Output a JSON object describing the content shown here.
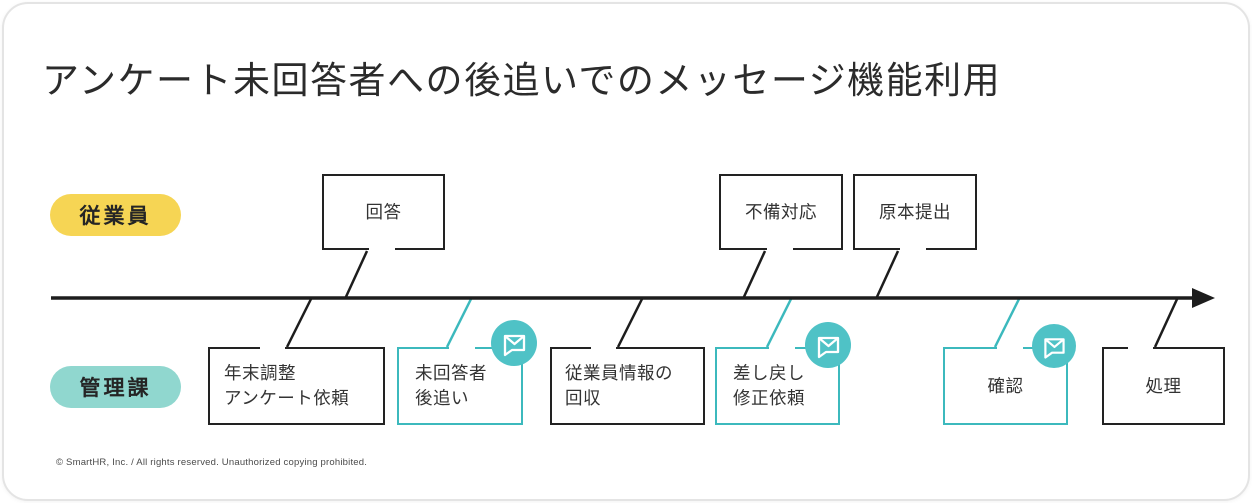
{
  "title": "アンケート未回答者への後追いでのメッセージ機能利用",
  "lanes": {
    "employee": {
      "label": "従業員",
      "color": "#f6d554"
    },
    "admin": {
      "label": "管理課",
      "color": "#90d7cf"
    }
  },
  "steps": {
    "answer": {
      "label": "回答"
    },
    "defect_response": {
      "label": "不備対応"
    },
    "original_submission": {
      "label": "原本提出"
    },
    "yearend_request": {
      "line1": "年末調整",
      "line2": "アンケート依頼"
    },
    "nonrespondent_followup": {
      "line1": "未回答者",
      "line2": "後追い",
      "highlighted": true,
      "icon": "message-envelope-icon"
    },
    "employee_info_collection": {
      "line1": "従業員情報の",
      "line2": "回収"
    },
    "correction_request": {
      "line1": "差し戻し",
      "line2": "修正依頼",
      "highlighted": true,
      "icon": "message-envelope-icon"
    },
    "confirm": {
      "label": "確認",
      "highlighted": true,
      "icon": "message-envelope-icon"
    },
    "process": {
      "label": "処理"
    }
  },
  "colors": {
    "accent_teal_border": "#3cb9bd",
    "icon_circle_teal": "#4fc2c6",
    "lane_yellow": "#f6d554",
    "lane_teal": "#90d7cf",
    "line_black": "#1d1d1d"
  },
  "footer": "© SmartHR, Inc. / All rights reserved. Unauthorized copying prohibited."
}
